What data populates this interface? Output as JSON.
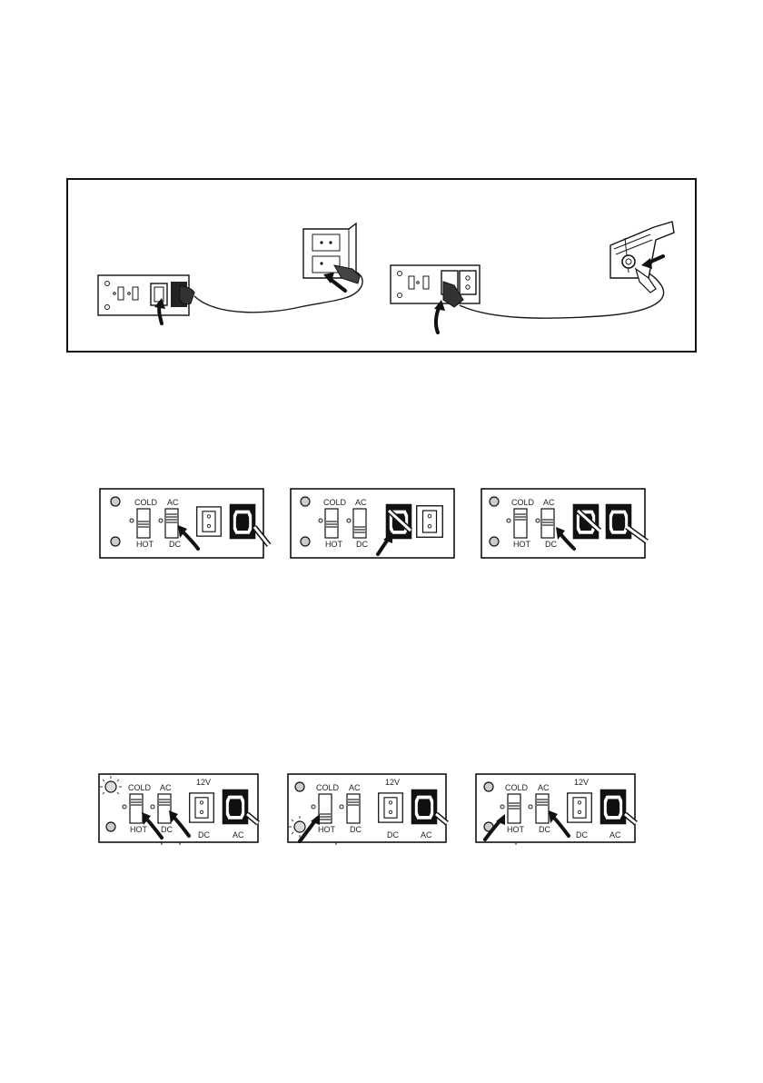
{
  "colors": {
    "ink": "#1a1a1a",
    "panel_border": "#111111",
    "background": "#ffffff"
  },
  "labels": {
    "cold": "COLD",
    "hot": "HOT",
    "ac": "AC",
    "dc": "DC",
    "v12": "12V"
  },
  "sections": [
    {
      "id": "power-connection",
      "panels": [
        "ac-wall-socket",
        "car-lighter-socket"
      ]
    },
    {
      "id": "power-selector",
      "panels": [
        "switch-ac-plugs",
        "switch-dc-ac-plugged",
        "switch-ac-both-plugged"
      ]
    },
    {
      "id": "mode-selector",
      "panels": [
        "cold-mode",
        "hot-mode",
        "mode-switch"
      ]
    }
  ]
}
